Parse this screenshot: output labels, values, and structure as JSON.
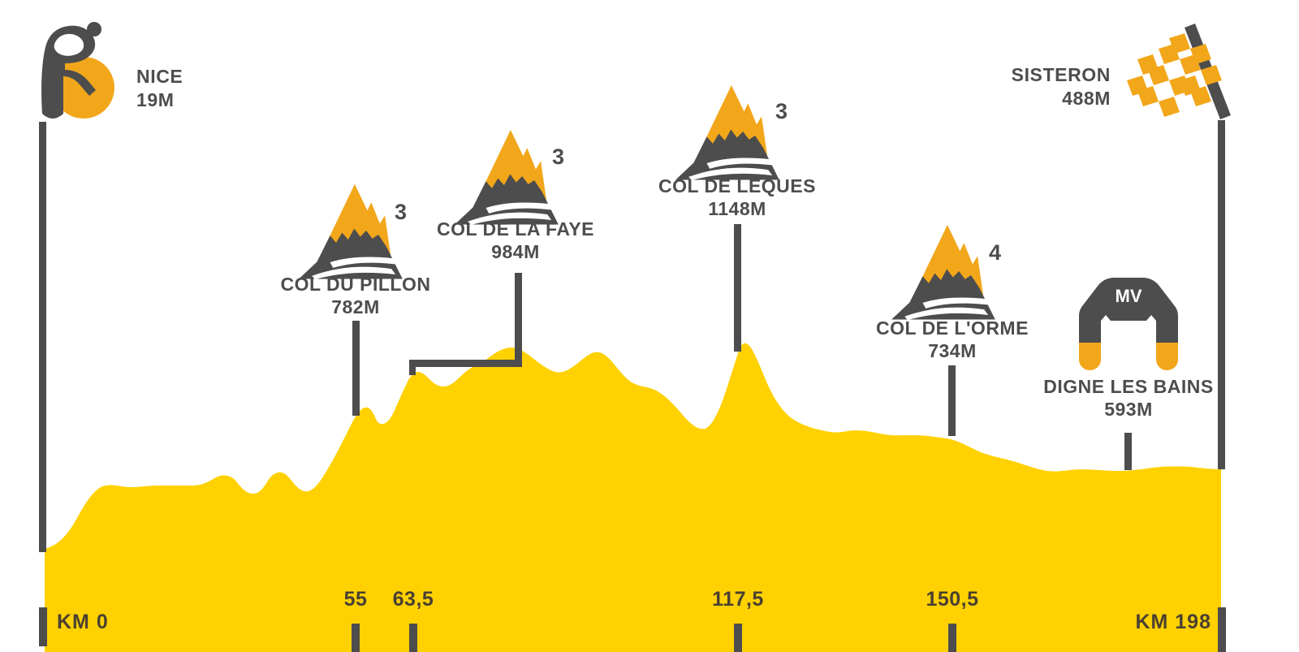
{
  "stage": {
    "start": {
      "name": "NICE",
      "altitude": "19M",
      "km_label": "KM 0",
      "icon": "departure-cyclist-icon"
    },
    "finish": {
      "name": "SISTERON",
      "altitude": "488M",
      "km_label": "KM 198",
      "icon": "checkered-flag-icon"
    },
    "colors": {
      "profile_fill": "#FFD100",
      "dark_grey": "#4d4d4d",
      "orange": "#F2A71B",
      "tick_text": "#4a4032",
      "background": "#FFFFFF"
    },
    "points_of_interest": [
      {
        "name": "COL DU PILLON",
        "altitude": "782M",
        "category": "3",
        "icon": "mountain-icon",
        "km": 55
      },
      {
        "name": "COL DE LA FAYE",
        "altitude": "984M",
        "category": "3",
        "icon": "mountain-icon",
        "km": 63.5
      },
      {
        "name": "COL DE LÈQUES",
        "altitude": "1148M",
        "category": "3",
        "icon": "mountain-icon",
        "km": 117.5
      },
      {
        "name": "COL DE L'ORME",
        "altitude": "734M",
        "category": "4",
        "icon": "mountain-icon",
        "km": 150.5
      },
      {
        "name": "DIGNE LES BAINS",
        "altitude": "593M",
        "category": "",
        "icon": "sprint-arch-icon",
        "arch_label": "MV",
        "km": 171
      }
    ],
    "km_ticks": [
      {
        "label": "55",
        "value": 55
      },
      {
        "label": "63,5",
        "value": 63.5
      },
      {
        "label": "117,5",
        "value": 117.5
      },
      {
        "label": "150,5",
        "value": 150.5
      }
    ]
  },
  "chart_data": {
    "type": "area",
    "title": "",
    "xlabel": "",
    "ylabel": "",
    "xlim": [
      0,
      198
    ],
    "ylim": [
      0,
      1148
    ],
    "grid": false,
    "legend": "none",
    "units": {
      "x": "km",
      "y": "m"
    },
    "annotations": [
      {
        "label": "NICE",
        "km": 0,
        "altitude_m": 19
      },
      {
        "label": "COL DU PILLON",
        "km": 55,
        "altitude_m": 782,
        "category": 3
      },
      {
        "label": "COL DE LA FAYE",
        "km": 63.5,
        "altitude_m": 984,
        "category": 3
      },
      {
        "label": "COL DE LÈQUES",
        "km": 117.5,
        "altitude_m": 1148,
        "category": 3
      },
      {
        "label": "COL DE L'ORME",
        "km": 150.5,
        "altitude_m": 734,
        "category": 4
      },
      {
        "label": "DIGNE LES BAINS",
        "km": 171,
        "altitude_m": 593
      },
      {
        "label": "SISTERON",
        "km": 198,
        "altitude_m": 488
      }
    ],
    "x": [
      0,
      3,
      6,
      9,
      12,
      16,
      20,
      24,
      28,
      31,
      34,
      37,
      40,
      43,
      46,
      49,
      52,
      55,
      57,
      59,
      61,
      63.5,
      66,
      69,
      72,
      76,
      80,
      84,
      88,
      92,
      96,
      100,
      104,
      108,
      112,
      115,
      117.5,
      120,
      124,
      128,
      132,
      136,
      140,
      145,
      150.5,
      155,
      160,
      165,
      171,
      177,
      183,
      190,
      198
    ],
    "y": [
      19,
      40,
      90,
      170,
      250,
      300,
      305,
      300,
      300,
      300,
      330,
      300,
      255,
      330,
      300,
      380,
      560,
      782,
      700,
      690,
      740,
      984,
      960,
      950,
      1020,
      1060,
      1100,
      1050,
      1045,
      1070,
      1040,
      1000,
      960,
      900,
      760,
      880,
      1148,
      1000,
      900,
      850,
      800,
      790,
      780,
      760,
      734,
      700,
      660,
      600,
      593,
      560,
      540,
      520,
      488
    ]
  }
}
